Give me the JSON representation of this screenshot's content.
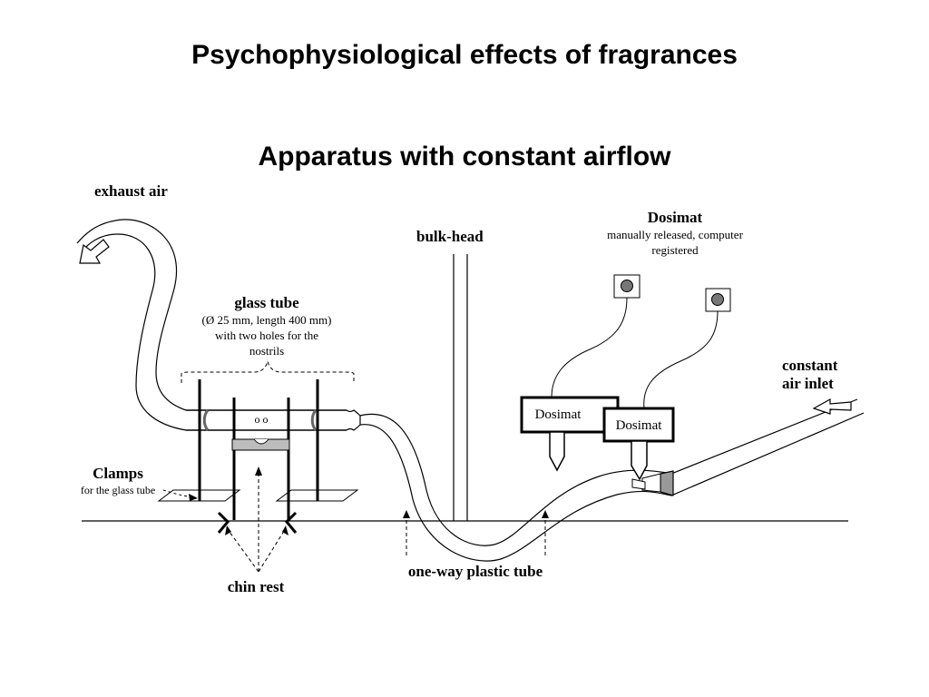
{
  "title": "Psychophysiological effects of fragrances",
  "subtitle": "Apparatus with constant airflow",
  "labels": {
    "exhaust_air": "exhaust air",
    "bulk_head": "bulk-head",
    "dosimat_title": "Dosimat",
    "dosimat_desc_line1": "manually released, computer",
    "dosimat_desc_line2": "registered",
    "glass_tube_title": "glass tube",
    "glass_tube_line1": "(Ø 25 mm, length 400 mm)",
    "glass_tube_line2": "with two holes for the",
    "glass_tube_line3": "nostrils",
    "nostril_holes": "o o",
    "constant_line1": "constant",
    "constant_line2": "air inlet",
    "clamps_title": "Clamps",
    "clamps_desc": "for the glass tube",
    "chin_rest": "chin rest",
    "one_way_tube": "one-way plastic tube",
    "dosimat_box_1": "Dosimat",
    "dosimat_box_2": "Dosimat"
  }
}
